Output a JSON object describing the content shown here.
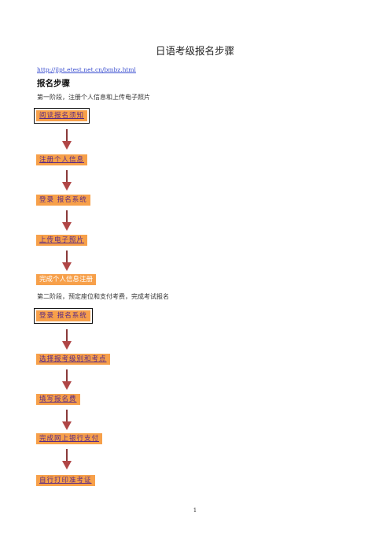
{
  "document": {
    "title": "日语考级报名步骤",
    "url": "http://jlpt.etest.net.cn/bmbz.html",
    "heading": "报名步骤",
    "stage1": {
      "text": "第一阶段，注册个人信息和上传电子照片",
      "steps": [
        "阅读报名须知",
        "注册个人信息",
        "登录 报名系统",
        "上传电子照片",
        "完成个人信息注册"
      ]
    },
    "stage2": {
      "text": "第二阶段，预定座位和支付考费，完成考试报名",
      "steps": [
        "登录 报名系统",
        "选择报考级别和考点",
        "填写报名费",
        "完成网上银行支付",
        "自行打印准考证"
      ]
    },
    "page_number": "1"
  },
  "colors": {
    "box_fill": "#f7a04a",
    "box_text": "#5a2a86",
    "arrow": "#b04646",
    "link": "#3b4fd0"
  }
}
